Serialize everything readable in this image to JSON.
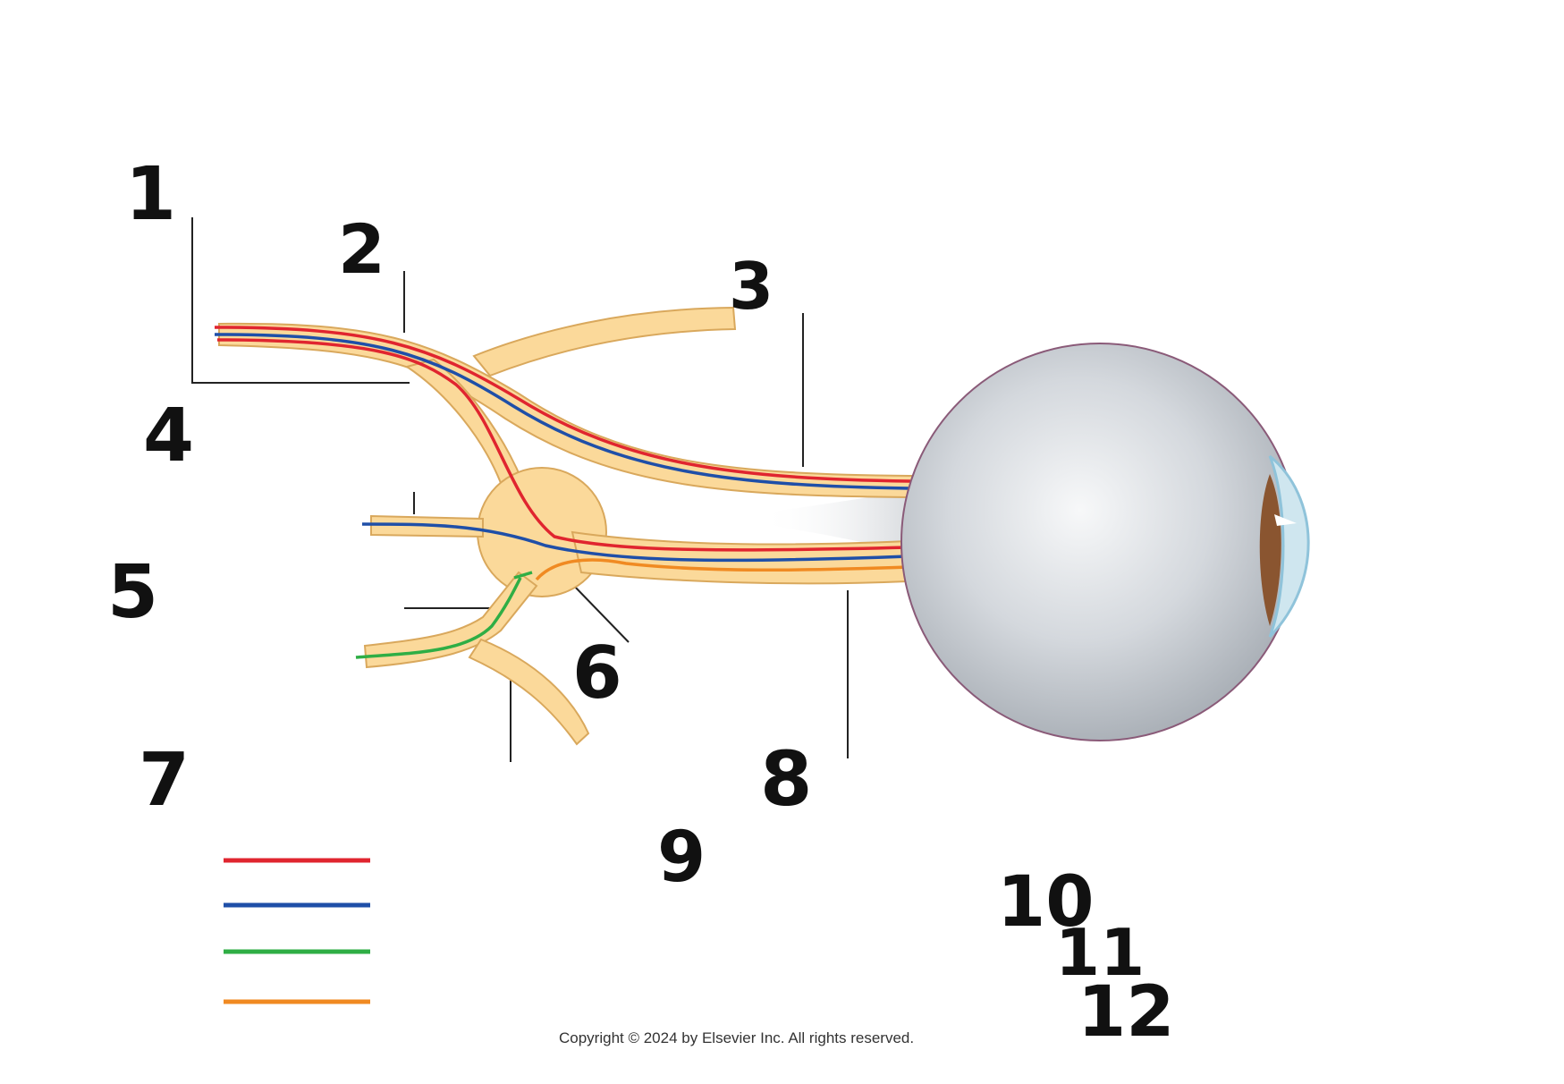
{
  "labels": [
    "1",
    "2",
    "3",
    "4",
    "5",
    "6",
    "7",
    "8",
    "9",
    "10",
    "11",
    "12"
  ],
  "copyright": "Copyright © 2024 by Elsevier Inc. All rights reserved.",
  "legend": [
    {
      "color": "#e0252f"
    },
    {
      "color": "#1f4fa8"
    },
    {
      "color": "#2fae45"
    },
    {
      "color": "#f08a22"
    }
  ],
  "colors": {
    "nerve_fill": "#fbd99a",
    "nerve_edge": "#d9a85c",
    "eyeball": "#d7dbe0",
    "eyeball_edge": "#8a5a78",
    "cornea": "#8fc3da",
    "iris": "#8a5530",
    "leader_line": "#222222"
  },
  "icons": [
    "eyeball",
    "ciliary-ganglion",
    "nerve-branches"
  ]
}
